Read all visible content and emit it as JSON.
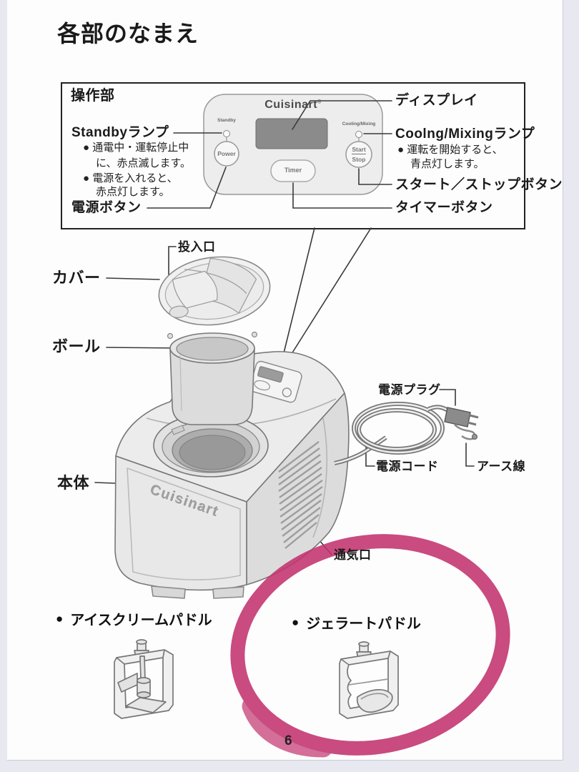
{
  "page": {
    "title": "各部のなまえ",
    "page_number": "6"
  },
  "operation_section": {
    "heading": "操作部",
    "panel": {
      "brand": "Cuisinart",
      "brand_mark": "®",
      "standby": "Standby",
      "power": "Power",
      "cooling_mixing": "Cooling/Mixing",
      "start": "Start",
      "stop": "Stop",
      "timer": "Timer"
    },
    "left_labels": {
      "standby_lamp": "Standbyランプ",
      "note1_line1": "● 通電中・運転停止中",
      "note1_line2": "に、赤点滅します。",
      "note2_line1": "● 電源を入れると、",
      "note2_line2": "赤点灯します。",
      "power_button": "電源ボタン"
    },
    "right_labels": {
      "display": "ディスプレイ",
      "cooling_mixing_lamp": "Coolng/Mixingランプ",
      "note_line1": "● 運転を開始すると、",
      "note_line2": "青点灯します。",
      "start_stop_button": "スタート／ストップボタン",
      "timer_button": "タイマーボタン"
    }
  },
  "machine_labels": {
    "feed_opening": "投入口",
    "cover": "カバー",
    "bowl": "ボール",
    "body": "本体",
    "body_brand": "Cuisinart",
    "power_plug": "電源プラグ",
    "power_cord": "電源コード",
    "earth_wire": "アース線",
    "vent": "通気口"
  },
  "paddles": {
    "ice_cream": {
      "bullet": "●",
      "label": "アイスクリームパドル"
    },
    "gelato": {
      "bullet": "●",
      "label": "ジェラートパドル"
    }
  },
  "colors": {
    "highlight_pink": "#c2336f",
    "text": "#1a1a1a",
    "line_art": "#777777",
    "display_fill": "#8b8b8b"
  }
}
